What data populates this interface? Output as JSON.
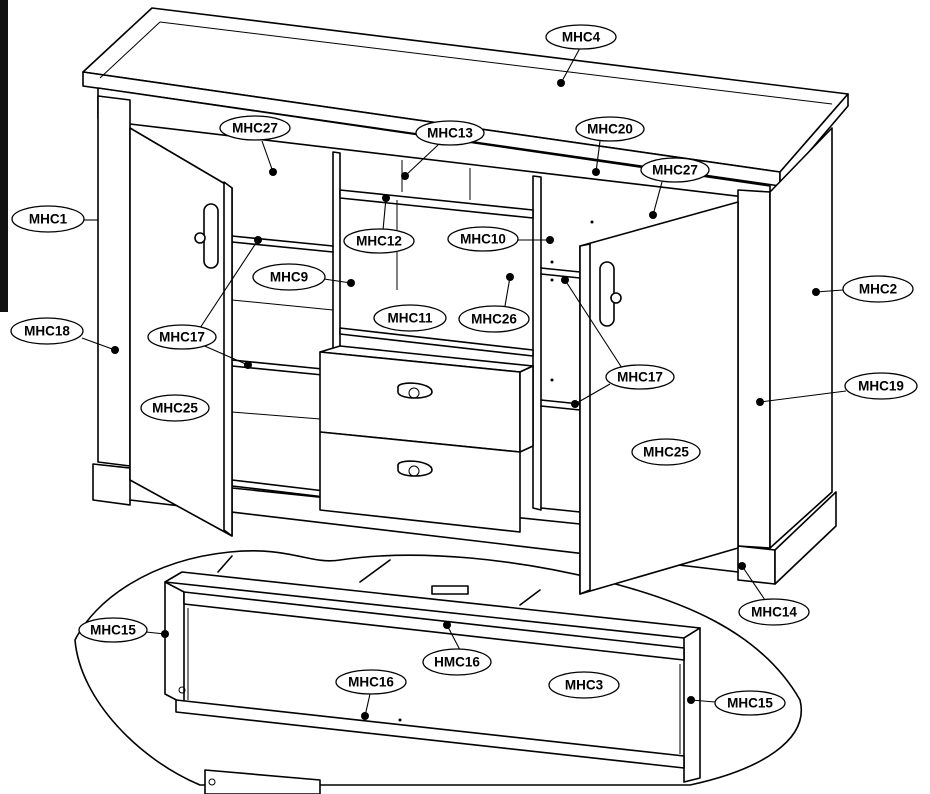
{
  "callouts": [
    {
      "id": "mhc4",
      "text": "MHC4"
    },
    {
      "id": "mhc27-left",
      "text": "MHC27"
    },
    {
      "id": "mhc13",
      "text": "MHC13"
    },
    {
      "id": "mhc20",
      "text": "MHC20"
    },
    {
      "id": "mhc27-right",
      "text": "MHC27"
    },
    {
      "id": "mhc1",
      "text": "MHC1"
    },
    {
      "id": "mhc12",
      "text": "MHC12"
    },
    {
      "id": "mhc10",
      "text": "MHC10"
    },
    {
      "id": "mhc9",
      "text": "MHC9"
    },
    {
      "id": "mhc2",
      "text": "MHC2"
    },
    {
      "id": "mhc18",
      "text": "MHC18"
    },
    {
      "id": "mhc11",
      "text": "MHC11"
    },
    {
      "id": "mhc26",
      "text": "MHC26"
    },
    {
      "id": "mhc17-left",
      "text": "MHC17"
    },
    {
      "id": "mhc17-right",
      "text": "MHC17"
    },
    {
      "id": "mhc19",
      "text": "MHC19"
    },
    {
      "id": "mhc25-left",
      "text": "MHC25"
    },
    {
      "id": "mhc25-right",
      "text": "MHC25"
    },
    {
      "id": "mhc14",
      "text": "MHC14"
    },
    {
      "id": "mhc15-left",
      "text": "MHC15"
    },
    {
      "id": "hmc16",
      "text": "HMC16"
    },
    {
      "id": "mhc16",
      "text": "MHC16"
    },
    {
      "id": "mhc3",
      "text": "MHC3"
    },
    {
      "id": "mhc15-right",
      "text": "MHC15"
    }
  ]
}
